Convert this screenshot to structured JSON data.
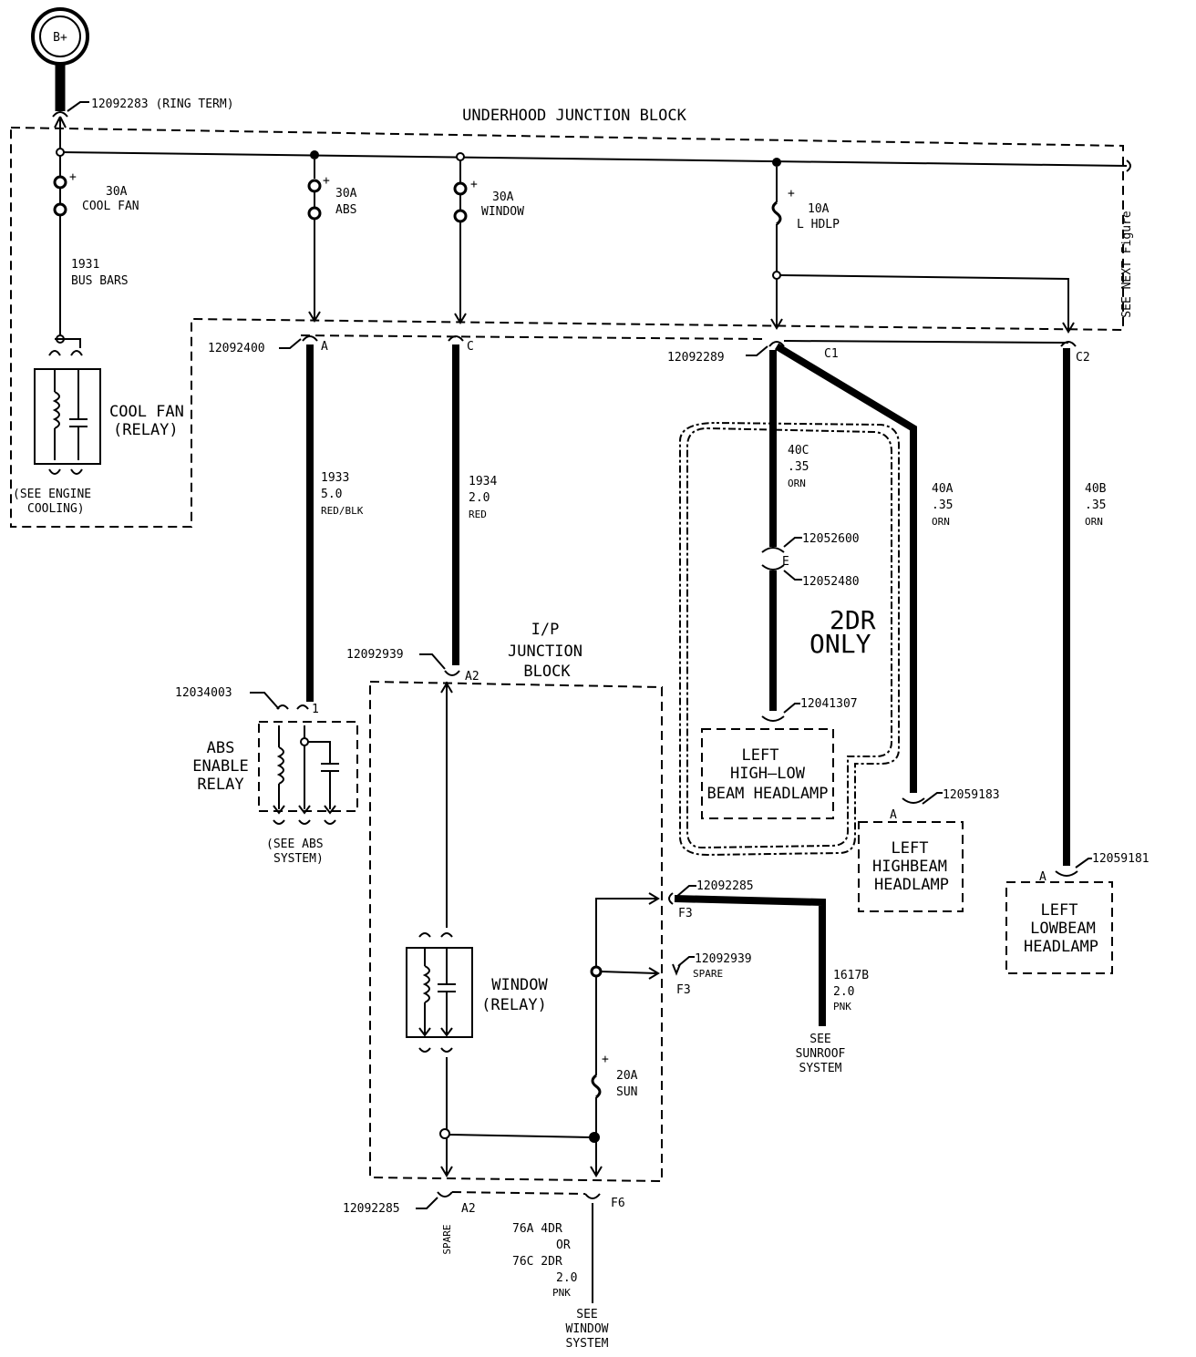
{
  "source": {
    "label": "B+",
    "connector": "12092283 (RING TERM)"
  },
  "underhood_block": {
    "title": "UNDERHOOD JUNCTION BLOCK",
    "see_next": "SEE NEXT Figure",
    "fuses": [
      {
        "rating": "30A",
        "name": "COOL FAN"
      },
      {
        "rating": "30A",
        "name": "ABS"
      },
      {
        "rating": "30A",
        "name": "WINDOW"
      },
      {
        "rating": "10A",
        "name": "L HDLP"
      }
    ],
    "bus_bars": {
      "circuit": "1931",
      "label": "BUS BARS"
    },
    "cool_fan_relay": {
      "line1": "COOL FAN",
      "line2": "(RELAY)",
      "note1": "(SEE ENGINE",
      "note2": "COOLING)"
    }
  },
  "connectors": {
    "c12092400": "12092400",
    "a": "A",
    "c": "C",
    "c12092289": "12092289",
    "c1": "C1",
    "c2": "C2",
    "c12052600": "12052600",
    "e": "E",
    "c12052480": "12052480",
    "c12041307": "12041307",
    "c12059183": "12059183",
    "a_hb": "A",
    "c12059181": "12059181",
    "a_lb": "A",
    "c12092939_top": "12092939",
    "a2_top": "A2",
    "c12034003": "12034003",
    "pin1": "1",
    "c12092285_f3": "12092285",
    "f3": "F3",
    "c12092939_spare": "12092939",
    "spare_label": "SPARE",
    "f3_spare": "F3",
    "c12092285_bot": "12092285",
    "spare_bot": "SPARE",
    "a2_bot": "A2",
    "f6": "F6"
  },
  "wires": {
    "w1933": [
      "1933",
      "5.0",
      "RED/BLK"
    ],
    "w1934": [
      "1934",
      "2.0",
      "RED"
    ],
    "w40c": [
      "40C",
      ".35",
      "ORN"
    ],
    "w40a": [
      "40A",
      ".35",
      "ORN"
    ],
    "w40b": [
      "40B",
      ".35",
      "ORN"
    ],
    "w1617": [
      "1617B",
      "2.0",
      "PNK"
    ],
    "w76": [
      "76A 4DR",
      "OR",
      "76C 2DR",
      "2.0",
      "PNK"
    ]
  },
  "option": {
    "line1": "2DR",
    "line2": "ONLY"
  },
  "lamps": {
    "hilo": [
      "LEFT",
      "HIGH–LOW",
      "BEAM HEADLAMP"
    ],
    "highbeam": [
      "LEFT",
      "HIGHBEAM",
      "HEADLAMP"
    ],
    "lowbeam": [
      "LEFT",
      "LOWBEAM",
      "HEADLAMP"
    ]
  },
  "abs_relay": {
    "lines": [
      "ABS",
      "ENABLE",
      "RELAY"
    ],
    "note1": "(SEE ABS",
    "note2": "SYSTEM)"
  },
  "ip_block": {
    "title": [
      "I/P",
      "JUNCTION",
      "BLOCK"
    ],
    "window_relay": [
      "WINDOW",
      "(RELAY)"
    ],
    "sun_fuse": {
      "rating": "20A",
      "name": "SUN"
    }
  },
  "refs": {
    "sunroof": [
      "SEE",
      "SUNROOF",
      "SYSTEM"
    ],
    "window": [
      "SEE",
      "WINDOW",
      "SYSTEM"
    ]
  }
}
